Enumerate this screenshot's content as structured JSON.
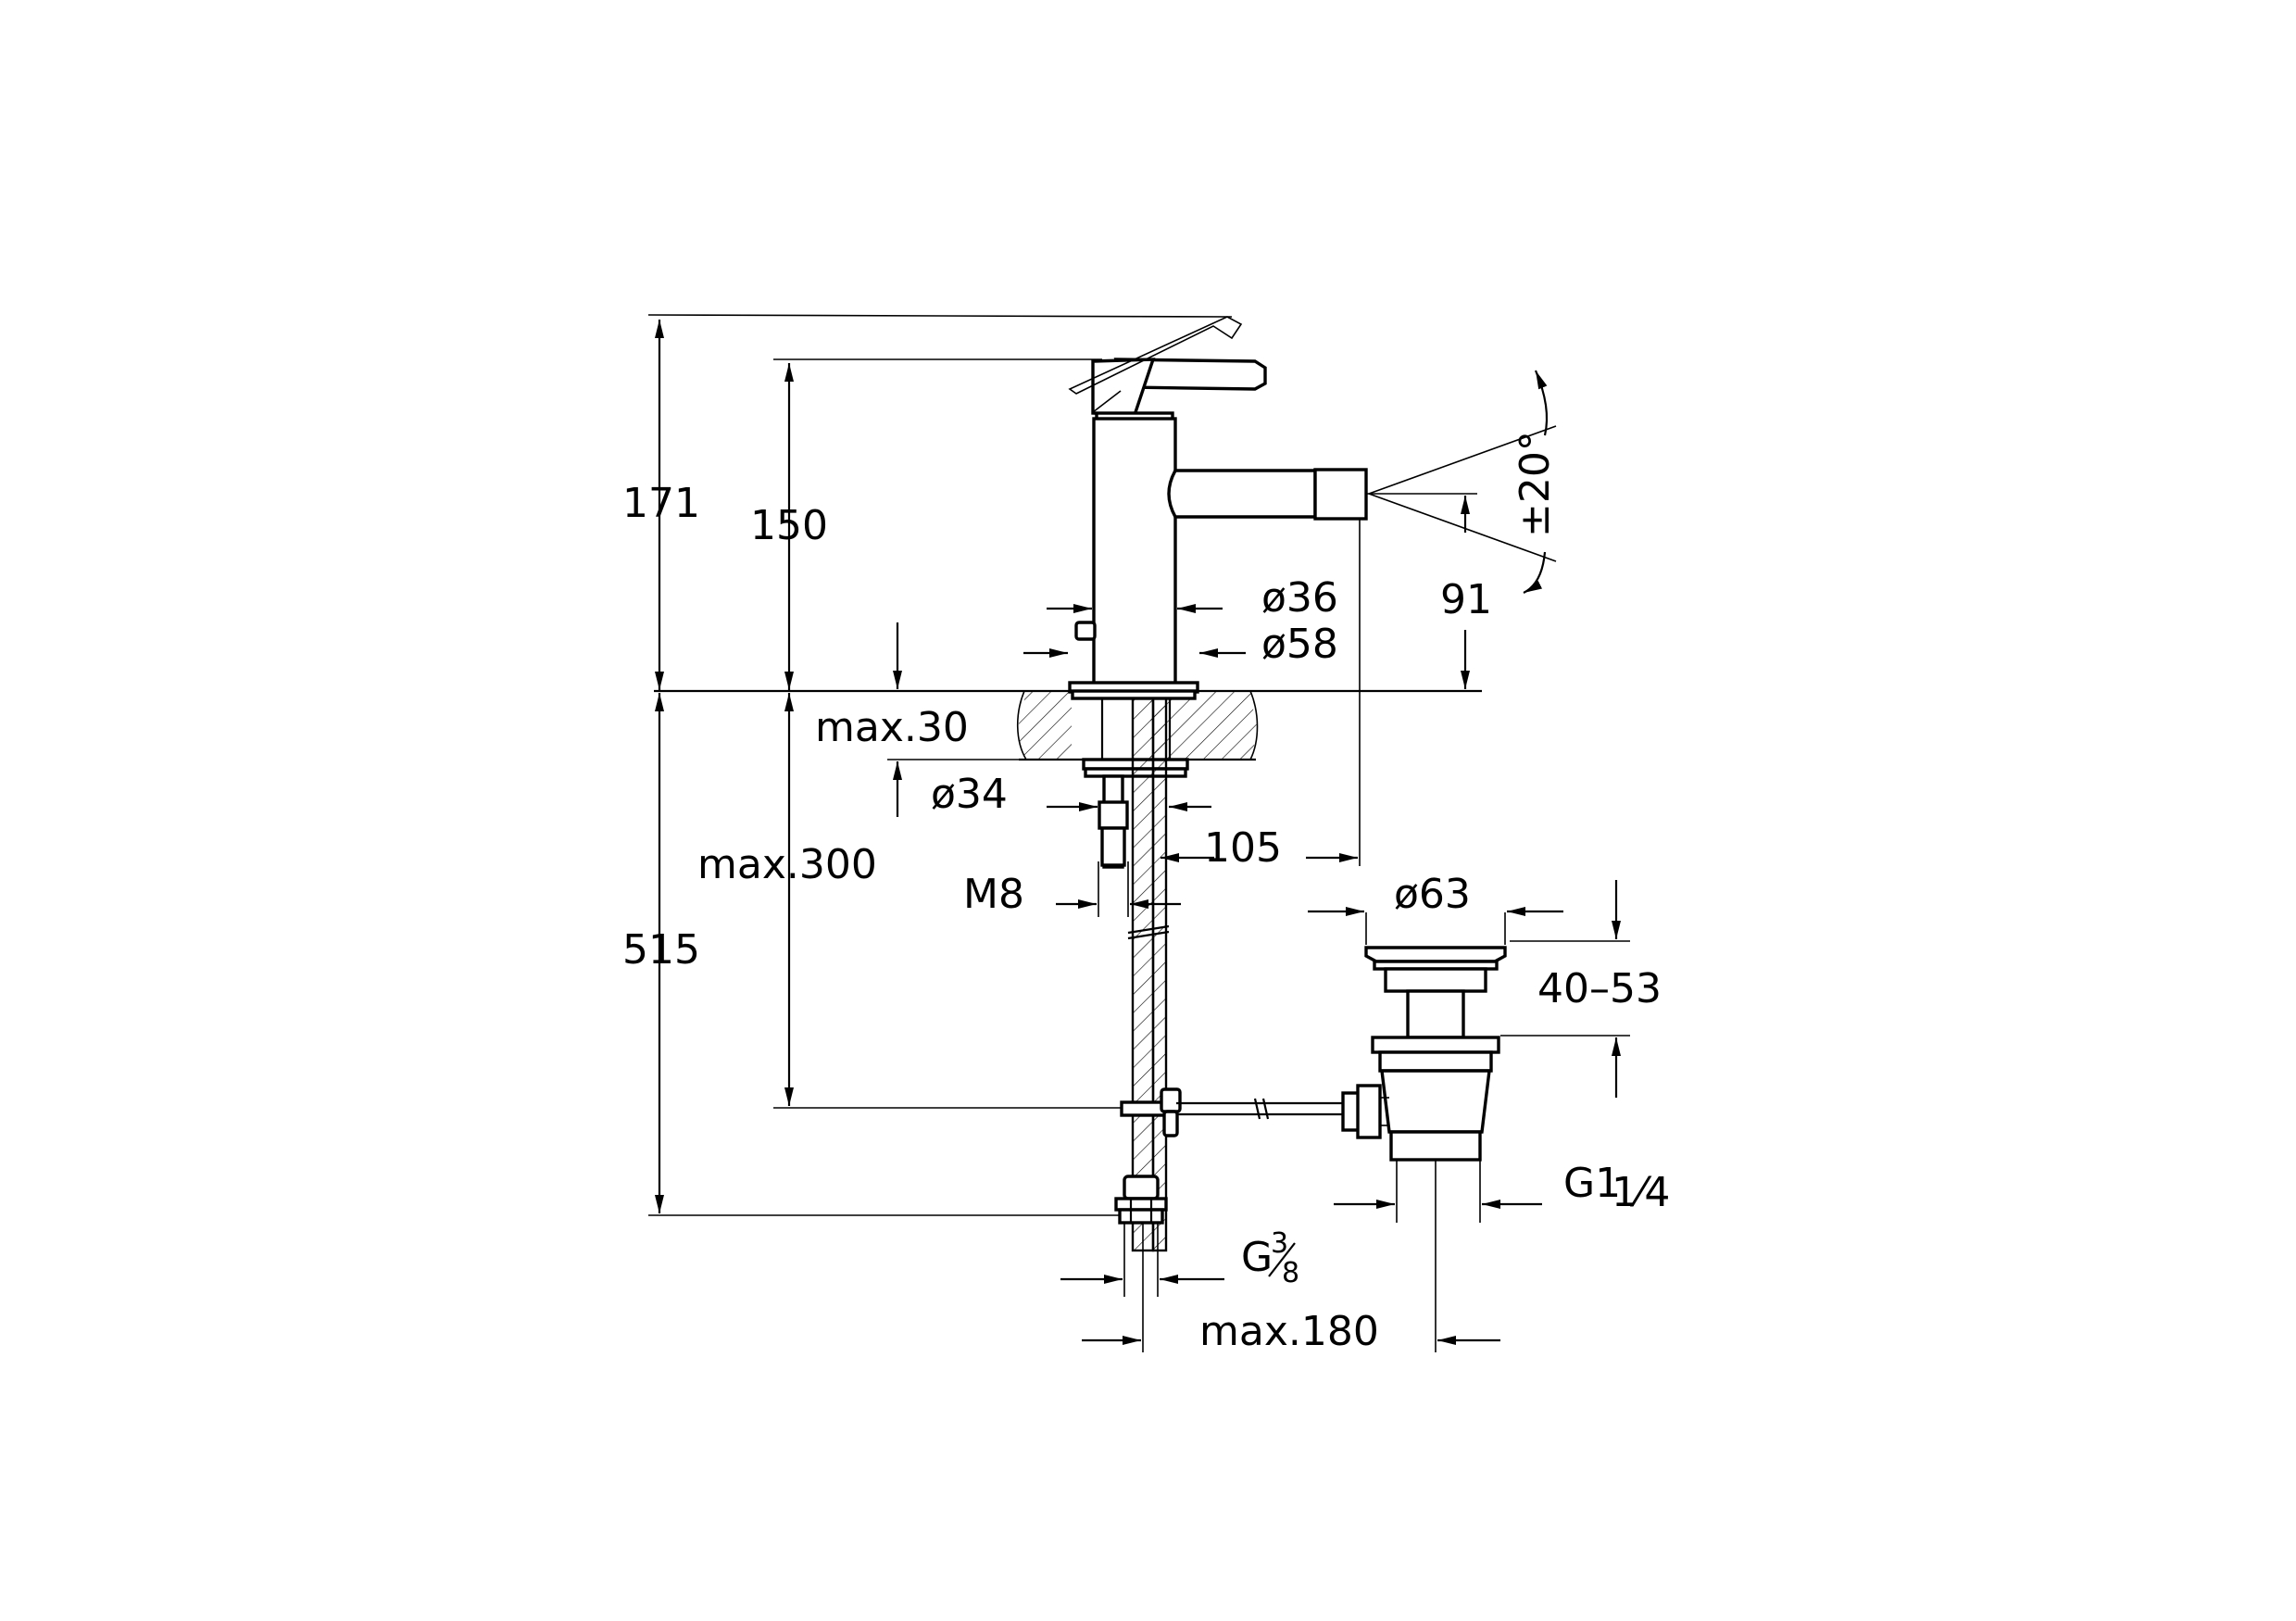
{
  "drawing": {
    "labels": {
      "h171": "171",
      "h150": "150",
      "d36": "ø36",
      "d58": "ø58",
      "h91": "91",
      "angle": "±20°",
      "max30": "max.30",
      "d34": "ø34",
      "d105": "105",
      "max300": "max.300",
      "m8": "M8",
      "d63": "ø63",
      "r4053": "40–53",
      "h515": "515",
      "g114_main": "G1",
      "g114_frac": "1⁄4",
      "g38_main": "G",
      "g38_num": "3",
      "g38_den": "8",
      "max180": "max.180"
    }
  }
}
